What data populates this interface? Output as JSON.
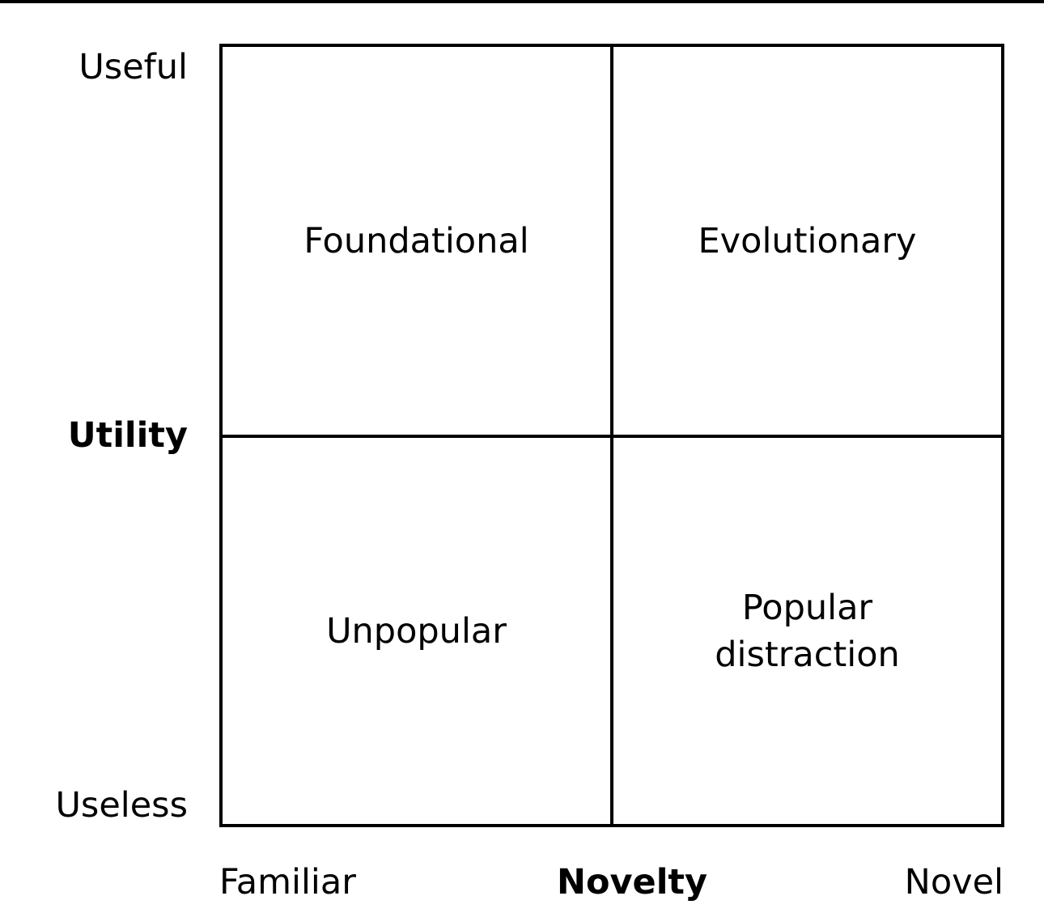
{
  "quadrants": {
    "top_left": "Foundational",
    "top_right": "Evolutionary",
    "bottom_left": "Unpopular",
    "bottom_right": "Popular distraction"
  },
  "y_axis": {
    "title": "Utility",
    "high": "Useful",
    "low": "Useless"
  },
  "x_axis": {
    "title": "Novelty",
    "low": "Familiar",
    "high": "Novel"
  },
  "colors": {
    "line": "#000000",
    "background": "#ffffff",
    "text": "#000000"
  }
}
